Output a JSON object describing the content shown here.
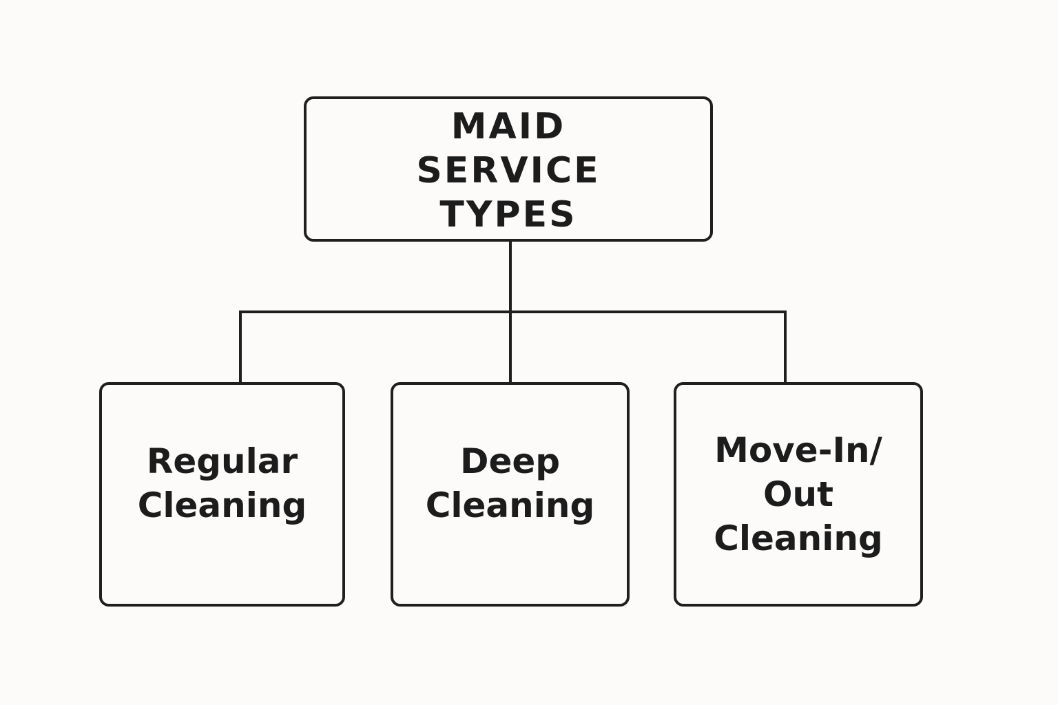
{
  "diagram": {
    "root": {
      "label": "MAID SERVICE TYPES"
    },
    "children": [
      {
        "label": "Regular Cleaning"
      },
      {
        "label": "Deep Cleaning"
      },
      {
        "label": "Move-In/ Out Cleaning"
      }
    ],
    "colors": {
      "stroke": "#1f1f1f",
      "background": "#fcfbf9",
      "text": "#1c1c1c"
    }
  }
}
